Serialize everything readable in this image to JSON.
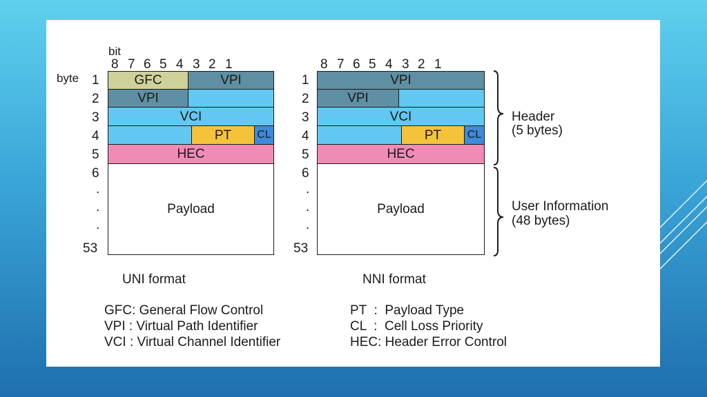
{
  "diagram": {
    "bit_word": "bit",
    "byte_word": "byte",
    "bit_numbers": [
      "8",
      "7",
      "6",
      "5",
      "4",
      "3",
      "2",
      "1"
    ],
    "row_labels": [
      "1",
      "2",
      "3",
      "4",
      "5",
      "6",
      ".",
      ".",
      ".",
      "53"
    ],
    "fields": {
      "gfc": "GFC",
      "vpi": "VPI",
      "vci": "VCI",
      "pt": "PT",
      "cl": "CL",
      "hec": "HEC",
      "payload": "Payload"
    },
    "uni_caption": "UNI format",
    "nni_caption": "NNI format",
    "header_label_1": "Header",
    "header_label_2": "(5 bytes)",
    "user_label_1": "User Information",
    "user_label_2": "(48 bytes)"
  },
  "legend": {
    "left": [
      "GFC: General Flow Control",
      "VPI : Virtual Path Identifier",
      "VCI : Virtual Channel Identifier"
    ],
    "right": [
      "PT  :  Payload Type",
      "CL  :  Cell Loss Priority",
      "HEC: Header Error Control"
    ]
  },
  "colors": {
    "gfc": "#cfd19a",
    "vpi": "#5f8fa3",
    "field_blue": "#62c8f2",
    "pt": "#f5c33b",
    "cl": "#3d8bd9",
    "hec": "#f08bb6"
  }
}
